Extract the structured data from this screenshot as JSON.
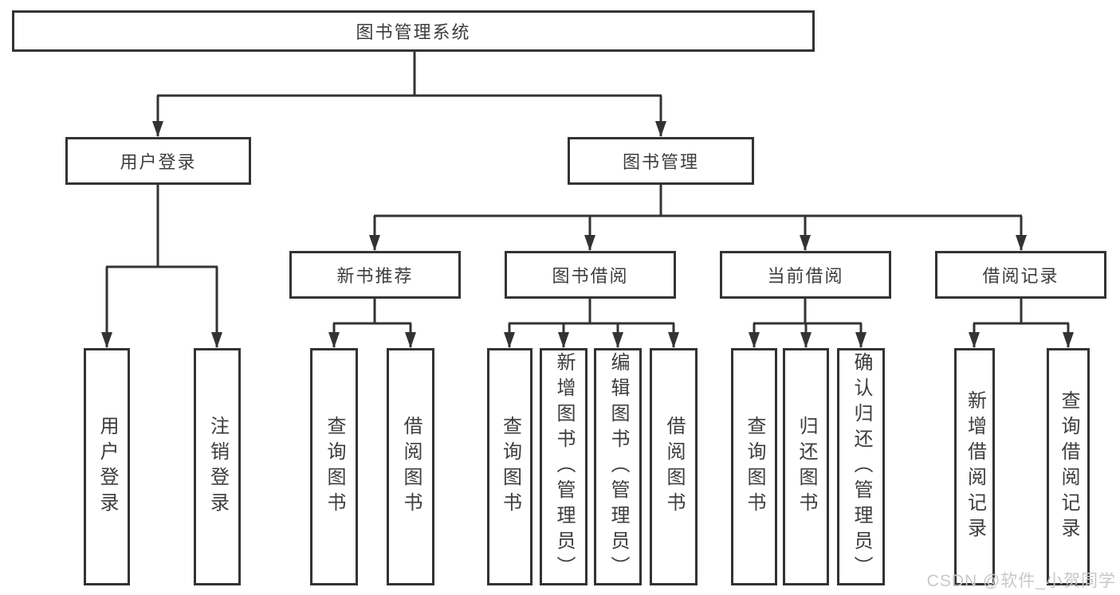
{
  "diagram": {
    "title": "图书管理系统",
    "level2": {
      "user_login": "用户登录",
      "book_mgmt": "图书管理"
    },
    "level3": {
      "new_books": "新书推荐",
      "book_borrow": "图书借阅",
      "current_borrow": "当前借阅",
      "borrow_records": "借阅记录"
    },
    "leaves": {
      "user_login": [
        "用户登录",
        "注销登录"
      ],
      "new_books": [
        "查询图书",
        "借阅图书"
      ],
      "book_borrow": [
        "查询图书",
        "新增图书（管理员）",
        "编辑图书（管理员）",
        "借阅图书"
      ],
      "current_borrow": [
        "查询图书",
        "归还图书",
        "确认归还（管理员）"
      ],
      "borrow_records": [
        "新增借阅记录",
        "查询借阅记录"
      ]
    },
    "colors": {
      "line": "#333333",
      "text": "#3d3d3d",
      "background": "#ffffff",
      "watermark": "#c8c8c8"
    }
  },
  "watermark": {
    "text": "CSDN @软件_小贺同学"
  }
}
